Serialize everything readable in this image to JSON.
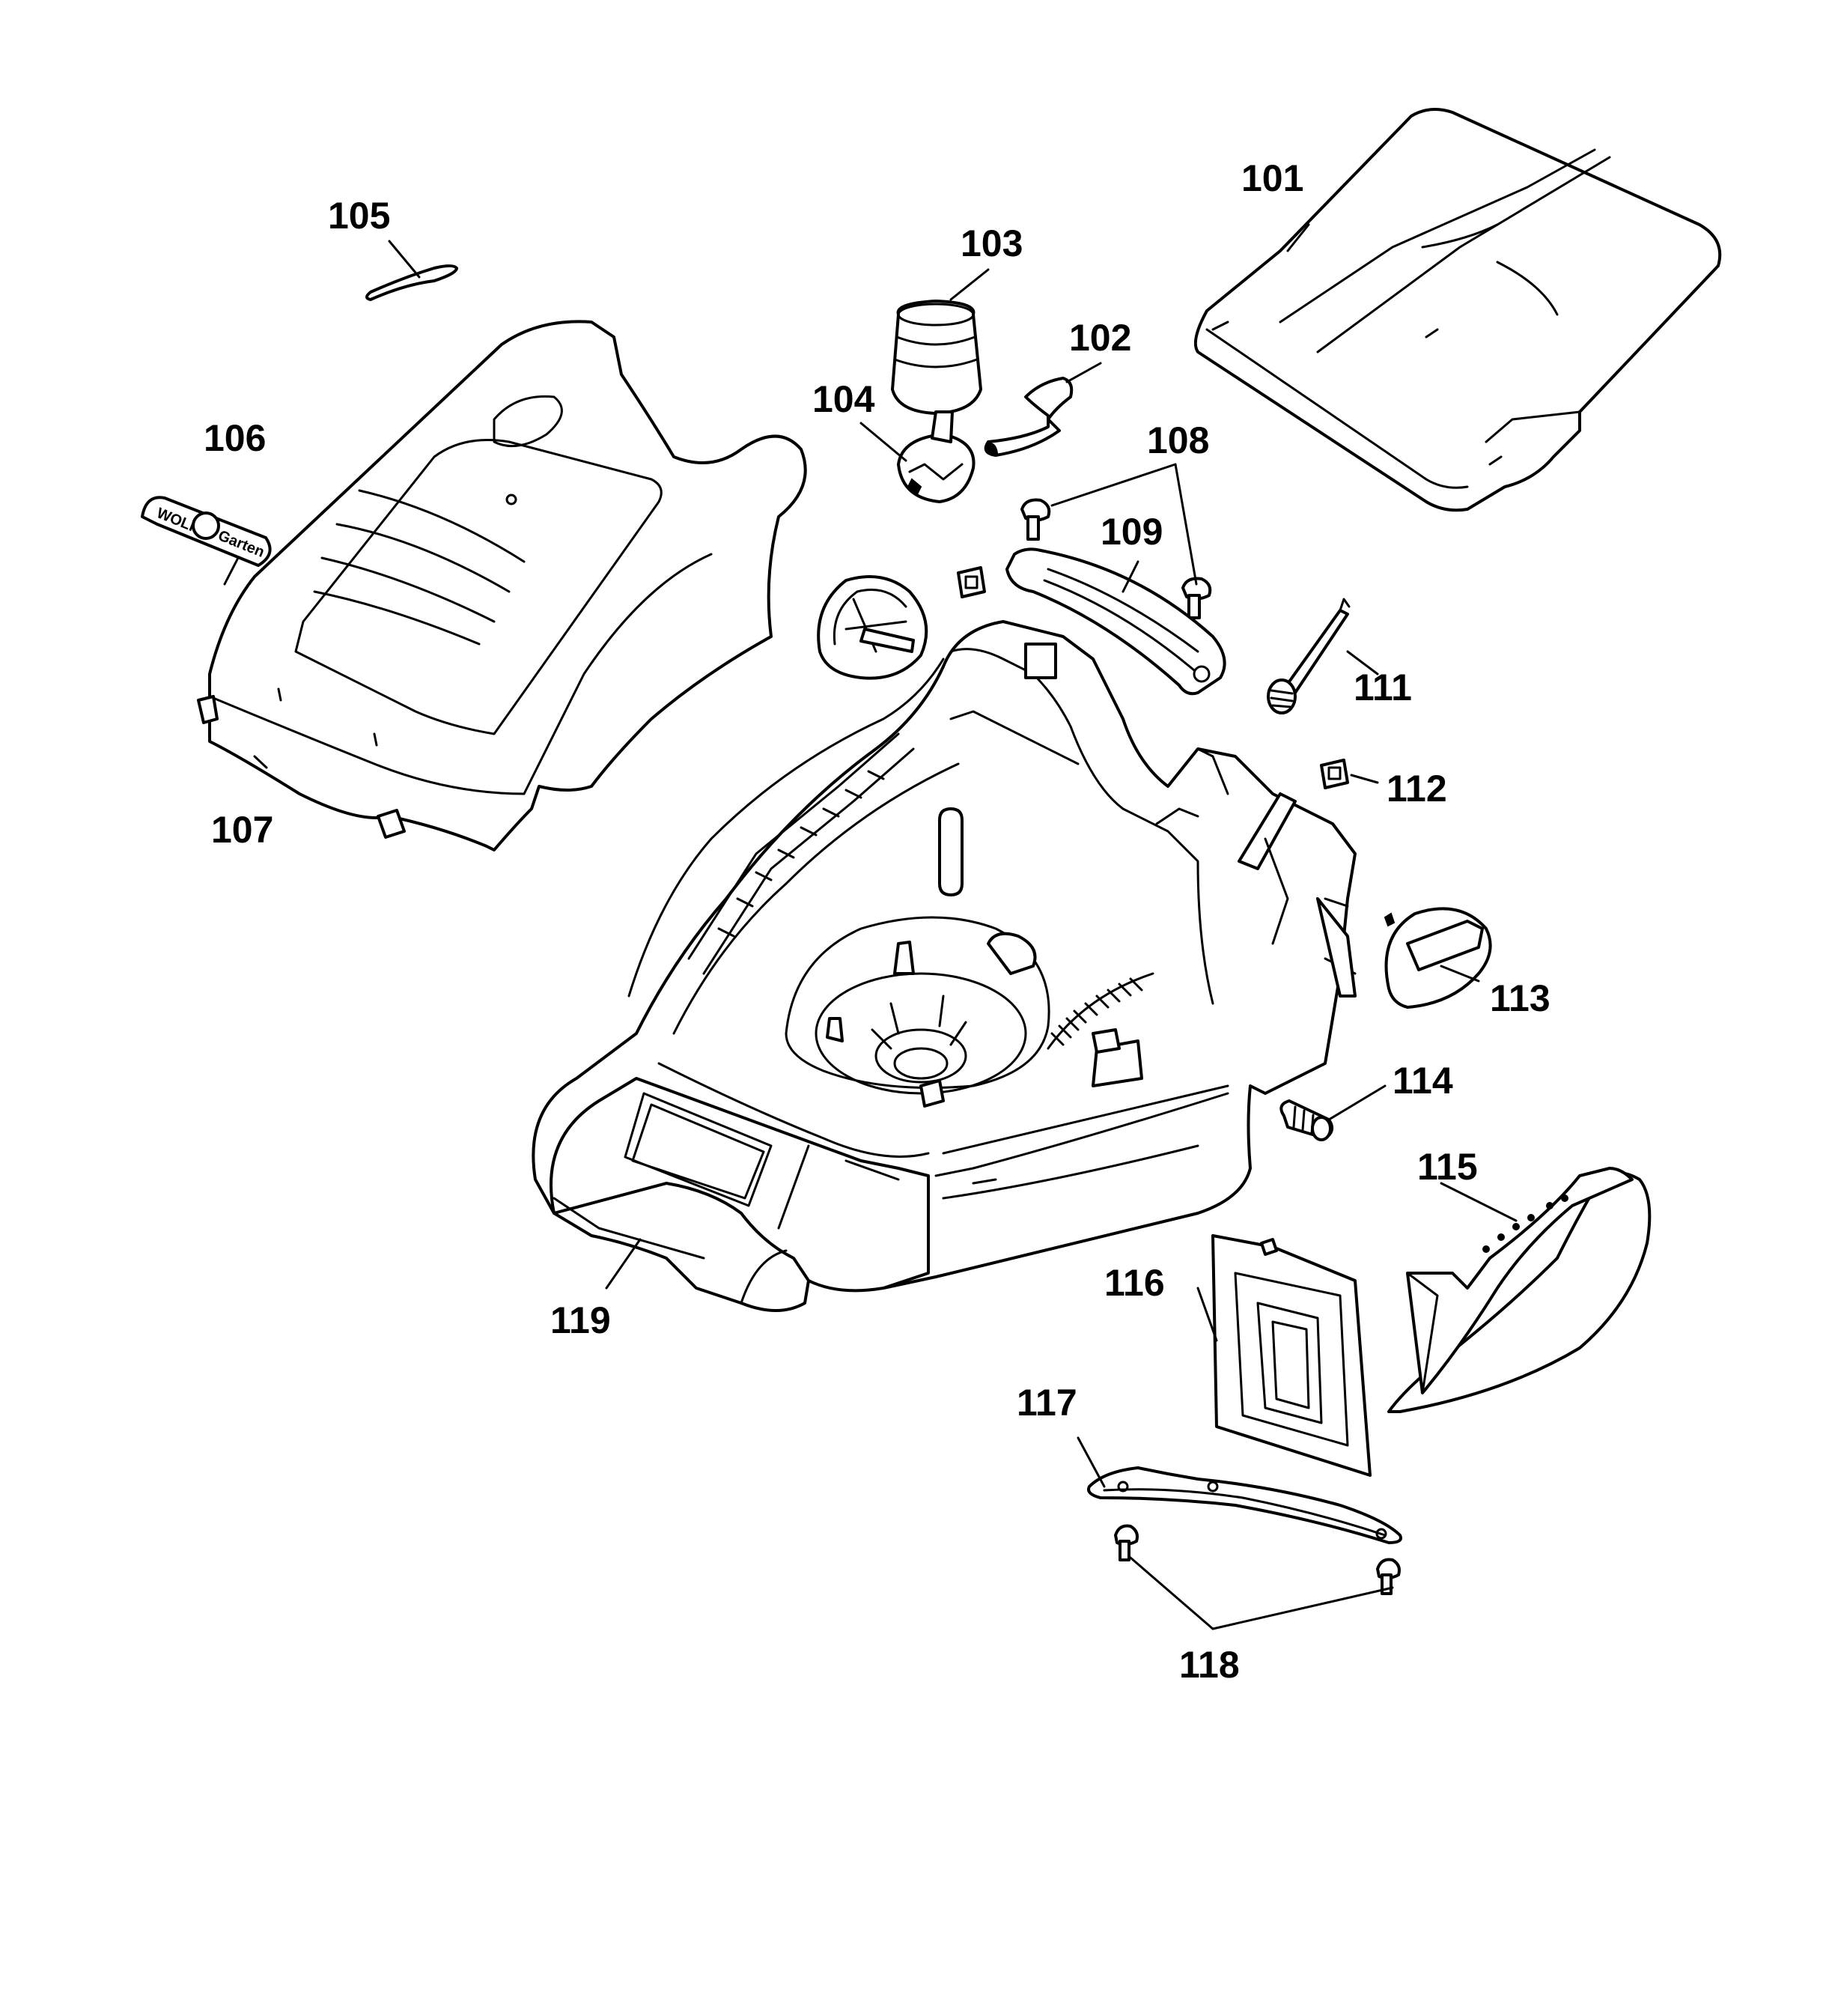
{
  "diagram": {
    "callouts": {
      "c101": "101",
      "c102": "102",
      "c103": "103",
      "c104": "104",
      "c105": "105",
      "c106": "106",
      "c107": "107",
      "c108": "108",
      "c109": "109",
      "c111": "111",
      "c112": "112",
      "c113": "113",
      "c114": "114",
      "c115": "115",
      "c116": "116",
      "c117": "117",
      "c118": "118",
      "c119": "119"
    },
    "logo": {
      "left": "WOLF",
      "right": "Garten"
    }
  },
  "colors": {
    "line": "#000000",
    "background": "#ffffff"
  }
}
